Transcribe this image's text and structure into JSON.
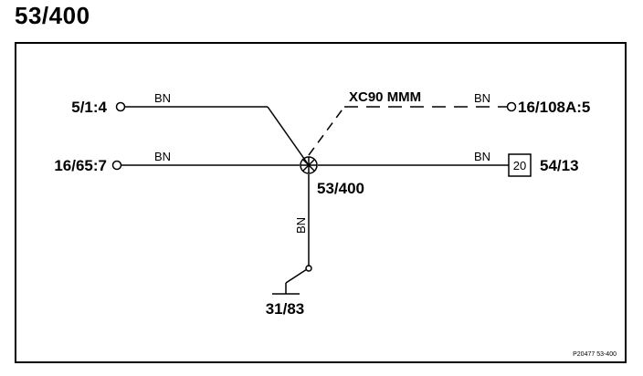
{
  "page": {
    "title": "53/400"
  },
  "diagram": {
    "splice": {
      "label": "53/400"
    },
    "connectors": {
      "left_top": "5/1:4",
      "left_bottom": "16/65:7",
      "right_top": "16/108A:5",
      "right_box_label": "54/13",
      "right_box_pin": "20",
      "ground": "31/83"
    },
    "wires": {
      "left_top_color": "BN",
      "left_bottom_color": "BN",
      "right_top_color": "BN",
      "right_middle_color": "BN",
      "down_color": "BN"
    },
    "variant_label": "XC90 MMM",
    "footer_ref": "P20477  53-400"
  }
}
